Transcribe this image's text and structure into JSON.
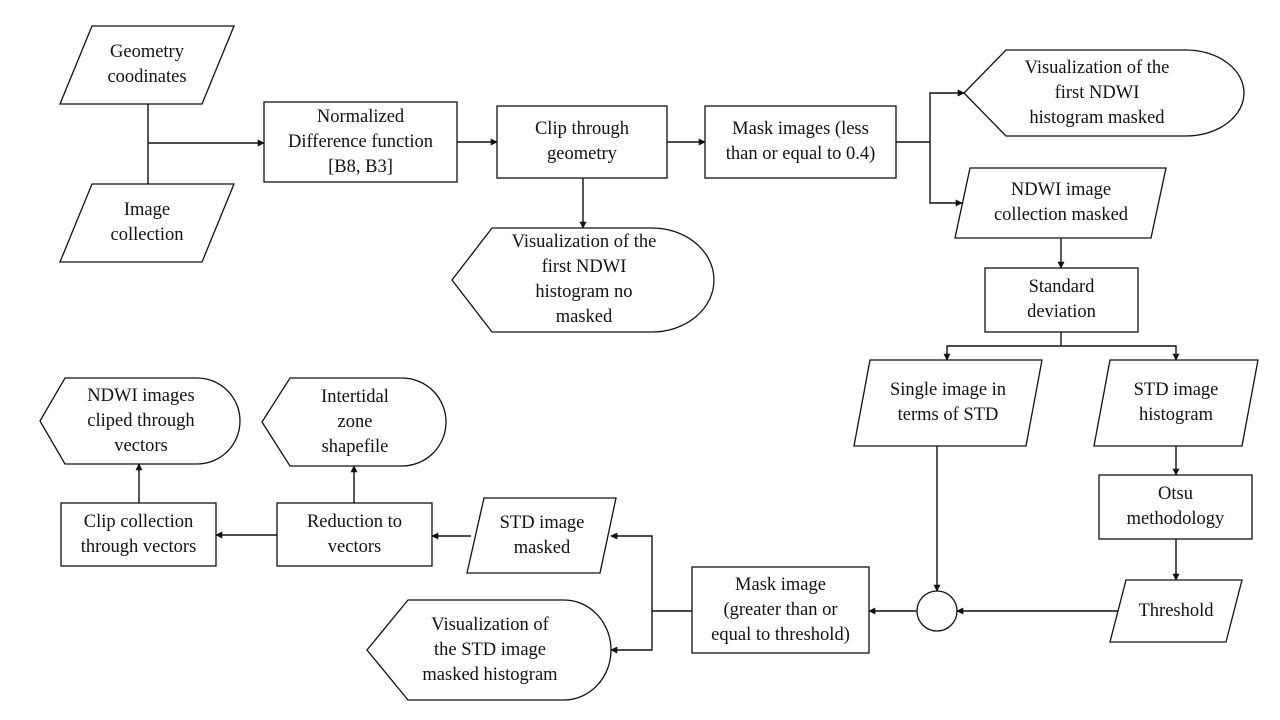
{
  "diagram": {
    "nodes": {
      "geometry": "Geometry\ncoodinates",
      "image_collection": "Image\ncollection",
      "normalized_difference": "Normalized\nDifference function\n[B8, B3]",
      "clip_geometry": "Clip through\ngeometry",
      "vis_no_masked": "Visualization of the\nfirst NDWI\nhistogram no\nmasked",
      "mask_images": "Mask images (less\nthan or equal to 0.4)",
      "vis_masked": "Visualization of the\nfirst NDWI\nhistogram masked",
      "ndwi_masked": "NDWI image\ncollection masked",
      "std_dev": "Standard\ndeviation",
      "single_std": "Single image in\nterms of STD",
      "std_histogram": "STD image\nhistogram",
      "otsu": "Otsu\nmethodology",
      "threshold": "Threshold",
      "mask_threshold": "Mask image\n(greater than or\nequal to threshold)",
      "vis_std_masked": "Visualization of\nthe STD image\nmasked histogram",
      "std_masked": "STD image\nmasked",
      "reduction": "Reduction to\nvectors",
      "clip_vectors": "Clip collection\nthrough vectors",
      "ndwi_cliped": "NDWI images\ncliped through\nvectors",
      "intertidal": "Intertidal\nzone\nshapefile"
    }
  }
}
